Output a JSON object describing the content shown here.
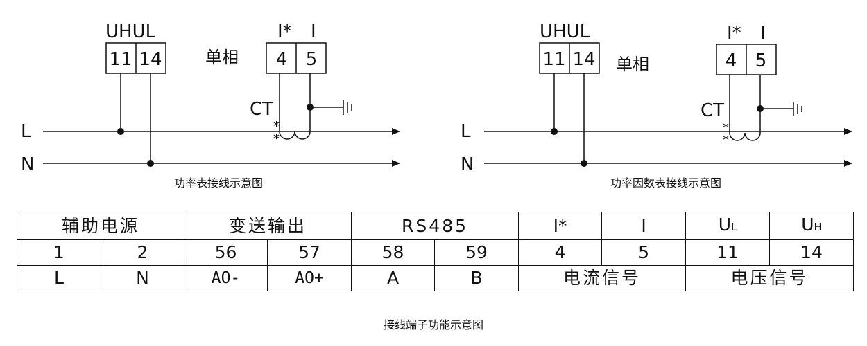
{
  "left_diagram": {
    "voltage_header": "UHUL",
    "voltage_terminals": [
      "11",
      "14"
    ],
    "current_header_1": "I*",
    "current_header_2": "I",
    "current_terminals": [
      "4",
      "5"
    ],
    "phase_label": "单相",
    "ct_label": "CT",
    "line_L": "L",
    "line_N": "N",
    "star_mark": "*",
    "caption": "功率表接线示意图"
  },
  "right_diagram": {
    "voltage_header": "UHUL",
    "voltage_terminals": [
      "11",
      "14"
    ],
    "current_header_1": "I*",
    "current_header_2": "I",
    "current_terminals": [
      "4",
      "5"
    ],
    "phase_label": "单相",
    "ct_label": "CT",
    "line_L": "L",
    "line_N": "N",
    "star_mark": "*",
    "caption": "功率因数表接线示意图"
  },
  "terminal_table": {
    "row1": {
      "aux_power": "辅助电源",
      "transmit_output": "变送输出",
      "rs485": "RS485",
      "i_star": "I*",
      "i": "I",
      "u_l_main": "U",
      "u_l_sub": "L",
      "u_h_main": "U",
      "u_h_sub": "H"
    },
    "row2": [
      "1",
      "2",
      "56",
      "57",
      "58",
      "59",
      "4",
      "5",
      "11",
      "14"
    ],
    "row3": {
      "c1": "L",
      "c2": "N",
      "c3": "AO-",
      "c4": "AO+",
      "c5": "A",
      "c6": "B",
      "current_signal": "电流信号",
      "voltage_signal": "电压信号"
    }
  },
  "bottom_caption": "接线端子功能示意图"
}
